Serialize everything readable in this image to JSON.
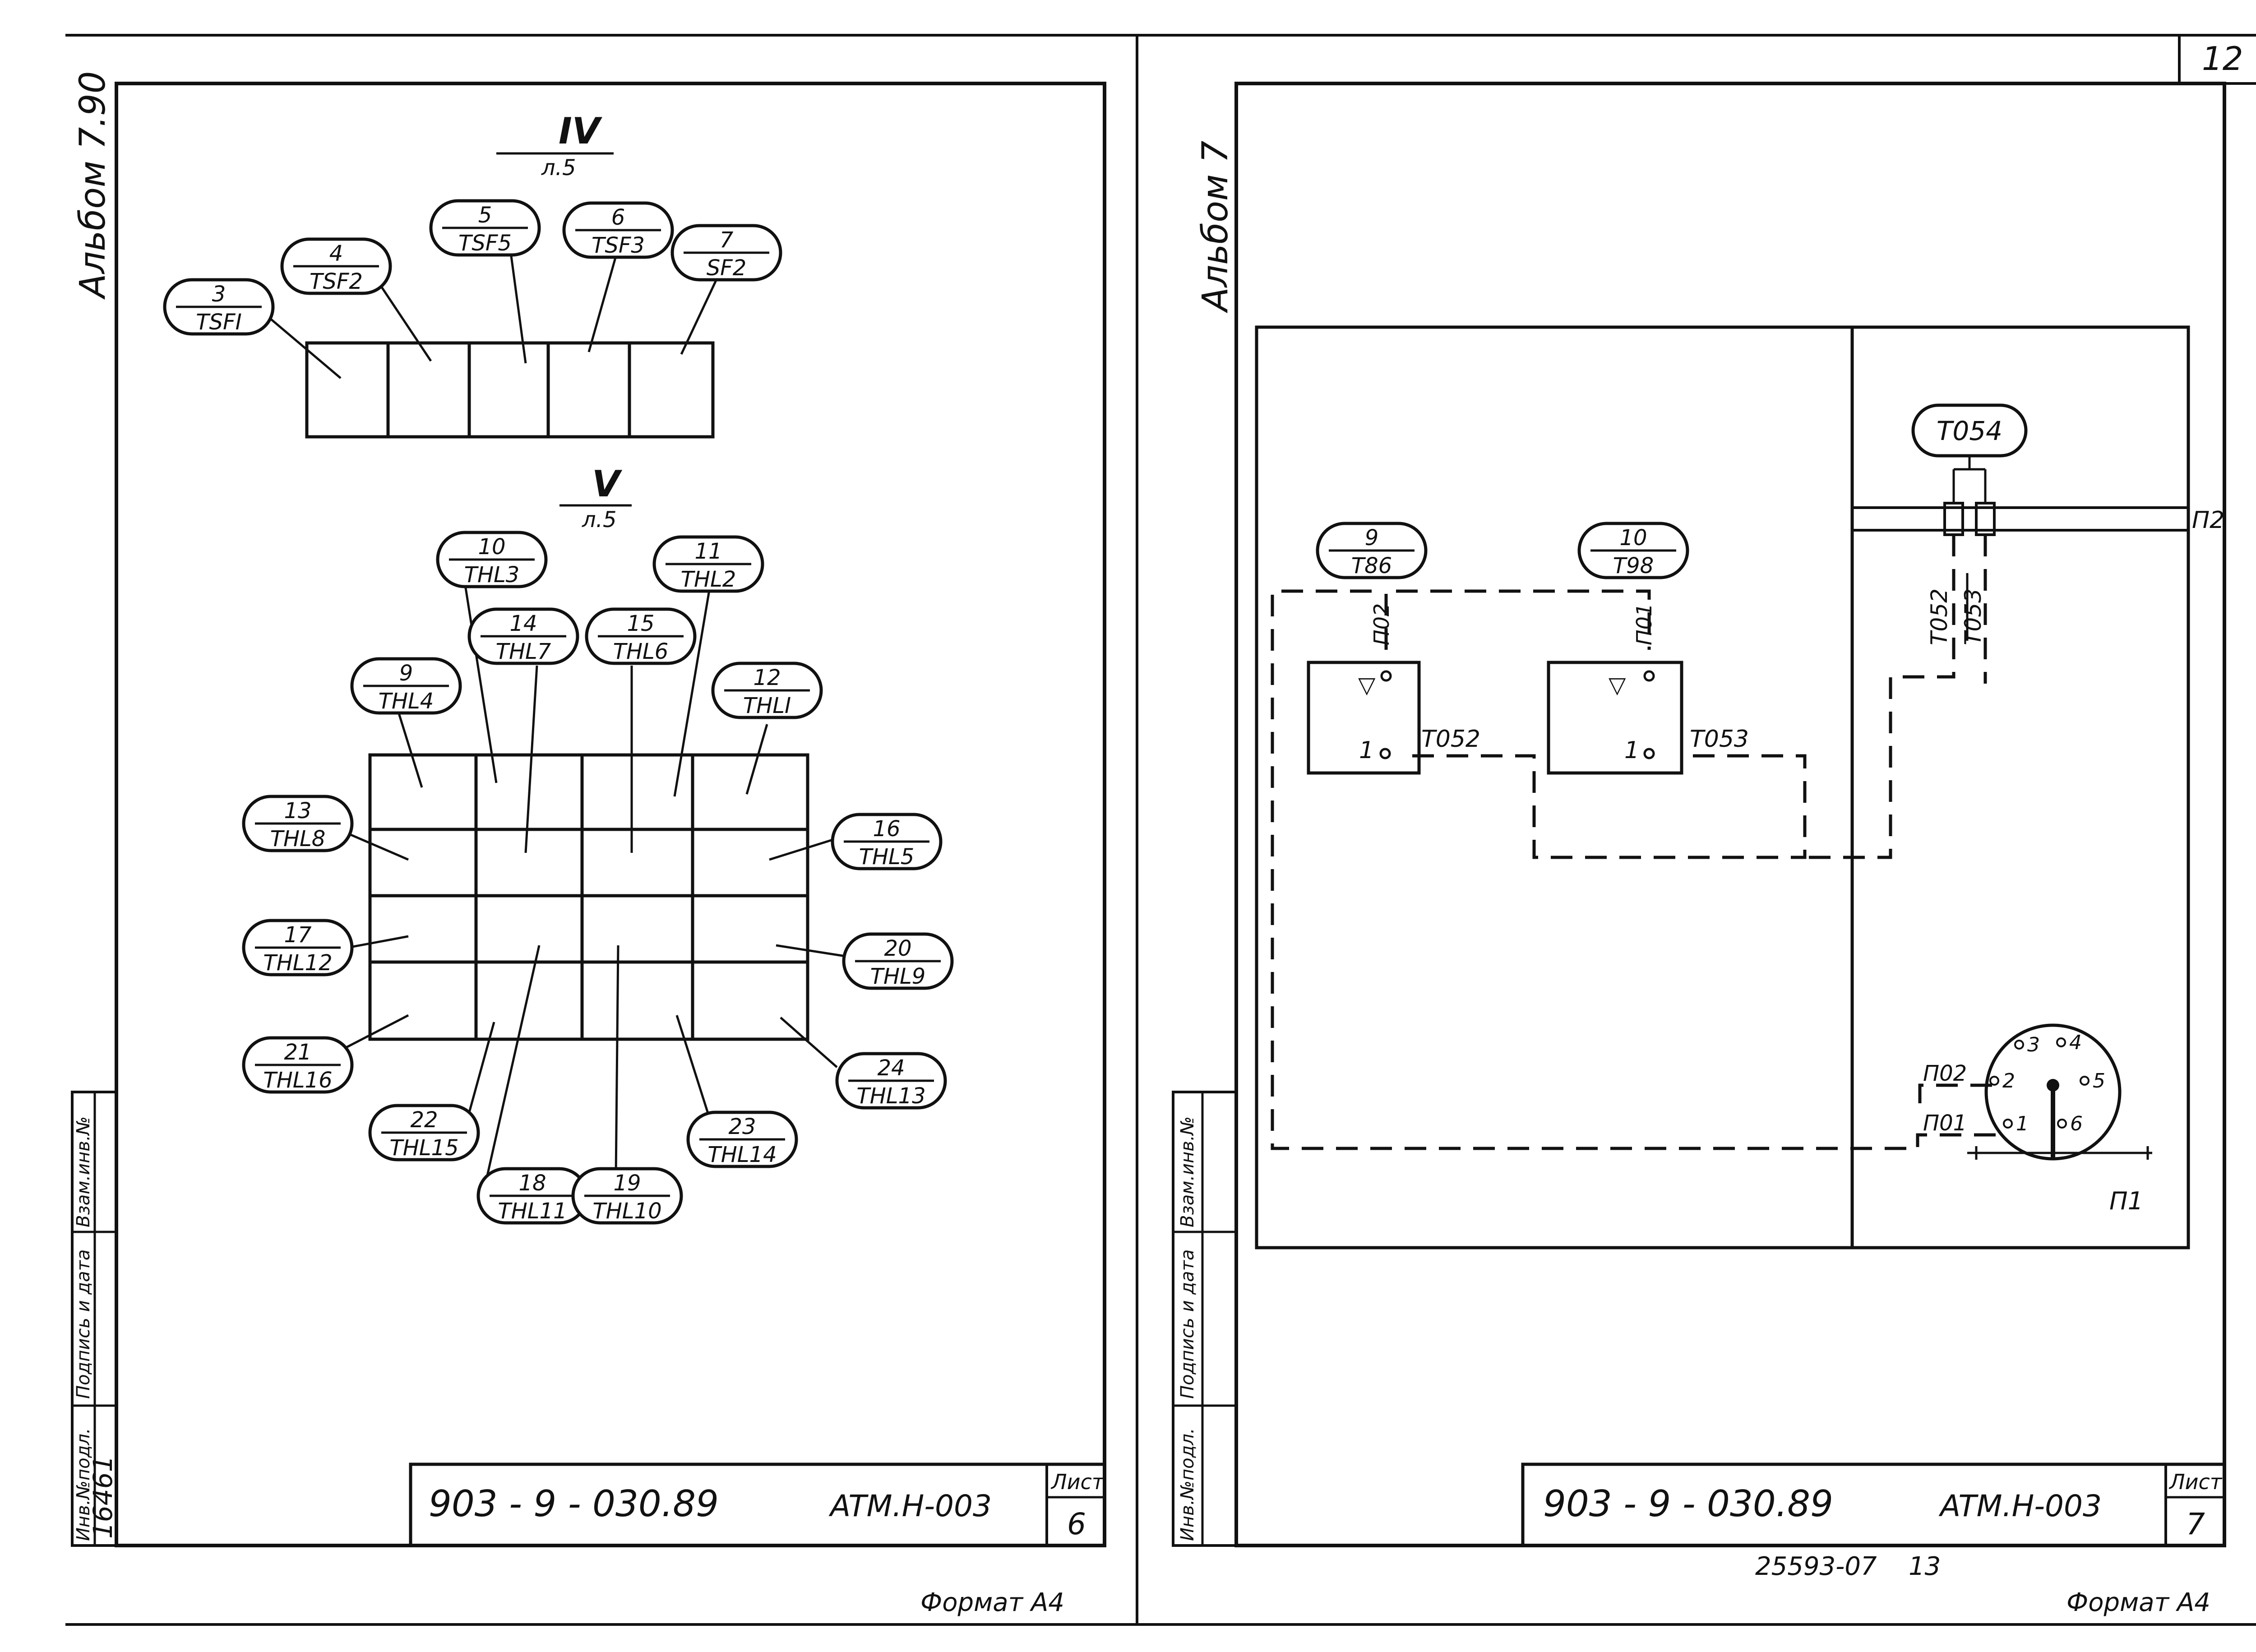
{
  "left_sheet": {
    "album": "Альбом 7.90",
    "group_iv": {
      "roman": "IV",
      "ref": "л.5"
    },
    "group_v": {
      "roman": "V",
      "ref": "л.5"
    },
    "bubbles_iv": [
      {
        "num": "3",
        "tag": "TSFI"
      },
      {
        "num": "4",
        "tag": "TSF2"
      },
      {
        "num": "5",
        "tag": "TSF5"
      },
      {
        "num": "6",
        "tag": "TSF3"
      },
      {
        "num": "7",
        "tag": "SF2"
      }
    ],
    "bubbles_v": [
      {
        "num": "9",
        "tag": "THL4"
      },
      {
        "num": "10",
        "tag": "THL3"
      },
      {
        "num": "14",
        "tag": "THL7"
      },
      {
        "num": "15",
        "tag": "THL6"
      },
      {
        "num": "11",
        "tag": "THL2"
      },
      {
        "num": "12",
        "tag": "THLI"
      },
      {
        "num": "13",
        "tag": "THL8"
      },
      {
        "num": "16",
        "tag": "THL5"
      },
      {
        "num": "17",
        "tag": "THL12"
      },
      {
        "num": "20",
        "tag": "THL9"
      },
      {
        "num": "21",
        "tag": "THL16"
      },
      {
        "num": "24",
        "tag": "THL13"
      },
      {
        "num": "22",
        "tag": "THL15"
      },
      {
        "num": "23",
        "tag": "THL14"
      },
      {
        "num": "18",
        "tag": "THL11"
      },
      {
        "num": "19",
        "tag": "THL10"
      }
    ],
    "stamp": {
      "code": "903 - 9 - 030.89",
      "doc": "ATM.H-003",
      "sheet_label": "Лист",
      "sheet_no": "6"
    },
    "side_labels": [
      "Инв.№подл.",
      "Подпись и дата",
      "Взам.инв.№"
    ],
    "side_note": "16461",
    "format": "Формат А4"
  },
  "right_sheet": {
    "page_no": "12",
    "album": "Альбом 7",
    "bubbles": [
      {
        "num": "9",
        "tag": "T86"
      },
      {
        "num": "10",
        "tag": "T98"
      }
    ],
    "top_bubble": "T054",
    "labels": {
      "p2": "П2",
      "p1": "П1",
      "po2_a": "П02",
      "po1_a": "П01",
      "po2_b": "П02",
      "po1_b": "П01",
      "t052_v": "T052",
      "t053_v": "T053",
      "t052": "T052",
      "t053": "T053",
      "pin_1a": "1",
      "pin_1b": "1"
    },
    "connector_pins": [
      "1",
      "2",
      "3",
      "4",
      "5",
      "6"
    ],
    "stamp": {
      "code": "903 - 9 - 030.89",
      "doc": "ATM.H-003",
      "sheet_label": "Лист",
      "sheet_no": "7"
    },
    "side_labels": [
      "Инв.№подл.",
      "Подпись и дата",
      "Взам.инв.№"
    ],
    "bottom_code": "25593-07",
    "bottom_num": "13",
    "format": "Формат А4"
  }
}
